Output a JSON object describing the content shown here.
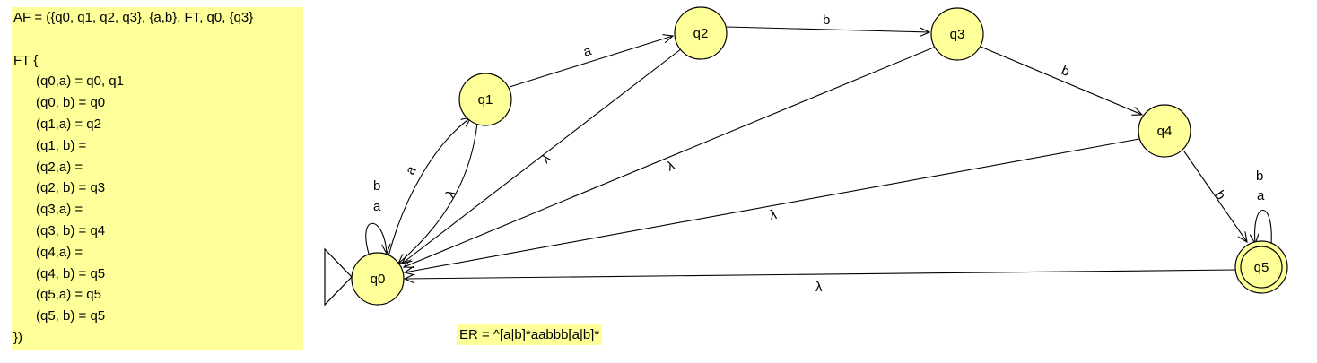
{
  "definition": {
    "header": "AF = ({q0, q1, q2, q3}, {a,b}, FT, q0, {q3}",
    "blank": "",
    "ft_open": "FT {",
    "transitions": [
      "(q0,a) = q0, q1",
      "(q0, b) = q0",
      "(q1,a) = q2",
      "(q1, b) =",
      "(q2,a) =",
      "(q2, b) = q3",
      "(q3,a) =",
      "(q3, b) = q4",
      "(q4,a) =",
      "(q4, b) = q5",
      "(q5,a) = q5",
      "(q5, b) = q5"
    ],
    "ft_close": "})"
  },
  "regex": "ER = ^[a|b]*aabbb[a|b]*",
  "colors": {
    "note_bg": "#ffff99",
    "state_fill": "#ffff99",
    "stroke": "#000000"
  },
  "automaton": {
    "initial_state": "q0",
    "accepting_states": [
      "q5"
    ],
    "states": [
      "q0",
      "q1",
      "q2",
      "q3",
      "q4",
      "q5"
    ],
    "transitions": [
      {
        "from": "q0",
        "to": "q0",
        "labels": [
          "a",
          "b"
        ]
      },
      {
        "from": "q0",
        "to": "q1",
        "labels": [
          "a"
        ]
      },
      {
        "from": "q1",
        "to": "q0",
        "labels": [
          "λ"
        ]
      },
      {
        "from": "q1",
        "to": "q2",
        "labels": [
          "a"
        ]
      },
      {
        "from": "q2",
        "to": "q0",
        "labels": [
          "λ"
        ]
      },
      {
        "from": "q2",
        "to": "q3",
        "labels": [
          "b"
        ]
      },
      {
        "from": "q3",
        "to": "q0",
        "labels": [
          "λ"
        ]
      },
      {
        "from": "q3",
        "to": "q4",
        "labels": [
          "b"
        ]
      },
      {
        "from": "q4",
        "to": "q0",
        "labels": [
          "λ"
        ]
      },
      {
        "from": "q4",
        "to": "q5",
        "labels": [
          "b"
        ]
      },
      {
        "from": "q5",
        "to": "q0",
        "labels": [
          "λ"
        ]
      },
      {
        "from": "q5",
        "to": "q5",
        "labels": [
          "a",
          "b"
        ]
      }
    ]
  }
}
